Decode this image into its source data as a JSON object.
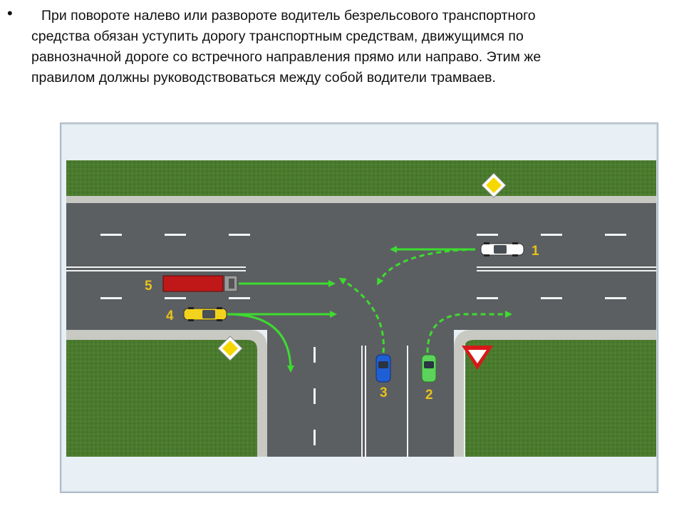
{
  "rule": {
    "bullet": "•",
    "lines": [
      "При повороте налево или развороте водитель безрельсового транспортного",
      "средства обязан уступить дорогу транспортным средствам, движущимся по",
      "равнозначной дороге со встречного направления прямо или направо. Этим же",
      "правилом должны руководствоваться между собой водители трамваев."
    ]
  },
  "diagram": {
    "colors": {
      "grass": "#4a7a2e",
      "asphalt": "#5c5f62",
      "curb": "#c9c9c4",
      "marking": "#f2f2f2",
      "arrow": "#3ddc2f",
      "label": "#e8c21a"
    },
    "vehicles": [
      {
        "number": "1",
        "type": "car",
        "color": "#ffffff"
      },
      {
        "number": "2",
        "type": "car",
        "color": "#5cd35a"
      },
      {
        "number": "3",
        "type": "car",
        "color": "#1f5fd6"
      },
      {
        "number": "4",
        "type": "car",
        "color": "#f2d21c"
      },
      {
        "number": "5",
        "type": "truck",
        "color": "#c01818"
      }
    ],
    "signs": [
      {
        "name": "main-road-sign",
        "color": "#f6d800"
      },
      {
        "name": "main-road-sign",
        "color": "#f6d800"
      },
      {
        "name": "give-way-sign",
        "color": "#d81818"
      }
    ]
  }
}
